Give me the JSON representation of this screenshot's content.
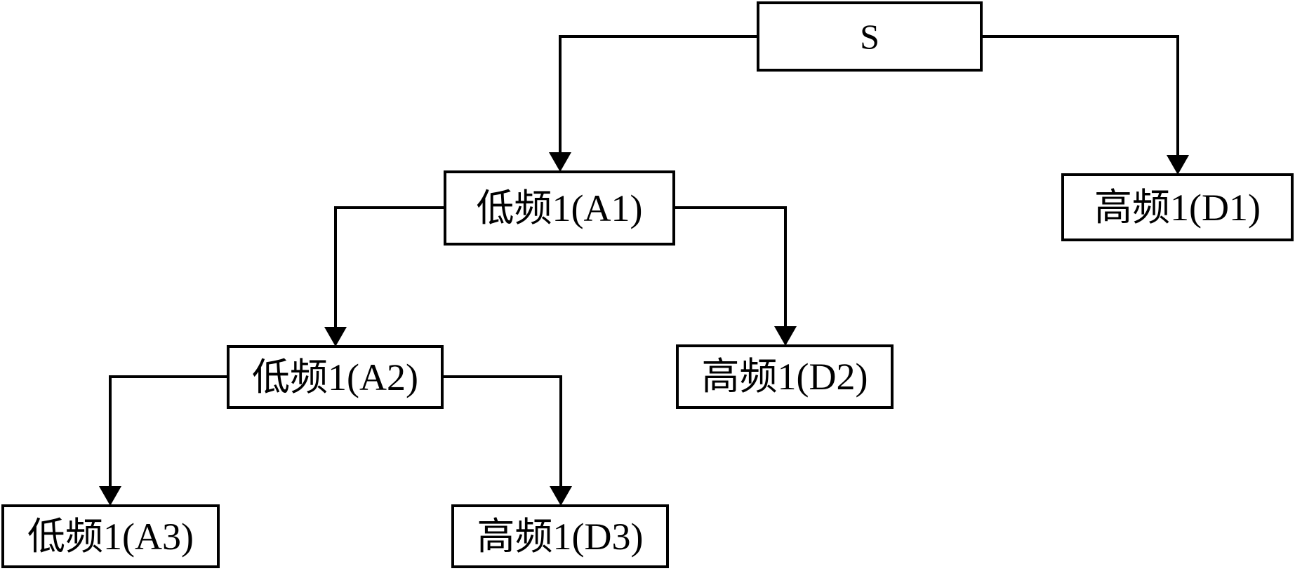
{
  "diagram": {
    "type": "tree",
    "description": "three-level wavelet decomposition tree",
    "colors": {
      "background": "#ffffff",
      "box_fill": "#ffffff",
      "box_border": "#000000",
      "line": "#000000",
      "text": "#000000"
    },
    "nodes": {
      "s": {
        "id": "S",
        "label": "S"
      },
      "a1": {
        "id": "A1",
        "label": "低频1(A1)"
      },
      "d1": {
        "id": "D1",
        "label": "高频1(D1)"
      },
      "a2": {
        "id": "A2",
        "label": "低频1(A2)"
      },
      "d2": {
        "id": "D2",
        "label": "高频1(D2)"
      },
      "a3": {
        "id": "A3",
        "label": "低频1(A3)"
      },
      "d3": {
        "id": "D3",
        "label": "高频1(D3)"
      }
    },
    "edges": [
      {
        "from": "S",
        "to": "A1"
      },
      {
        "from": "S",
        "to": "D1"
      },
      {
        "from": "A1",
        "to": "A2"
      },
      {
        "from": "A1",
        "to": "D2"
      },
      {
        "from": "A2",
        "to": "A3"
      },
      {
        "from": "A2",
        "to": "D3"
      }
    ]
  }
}
